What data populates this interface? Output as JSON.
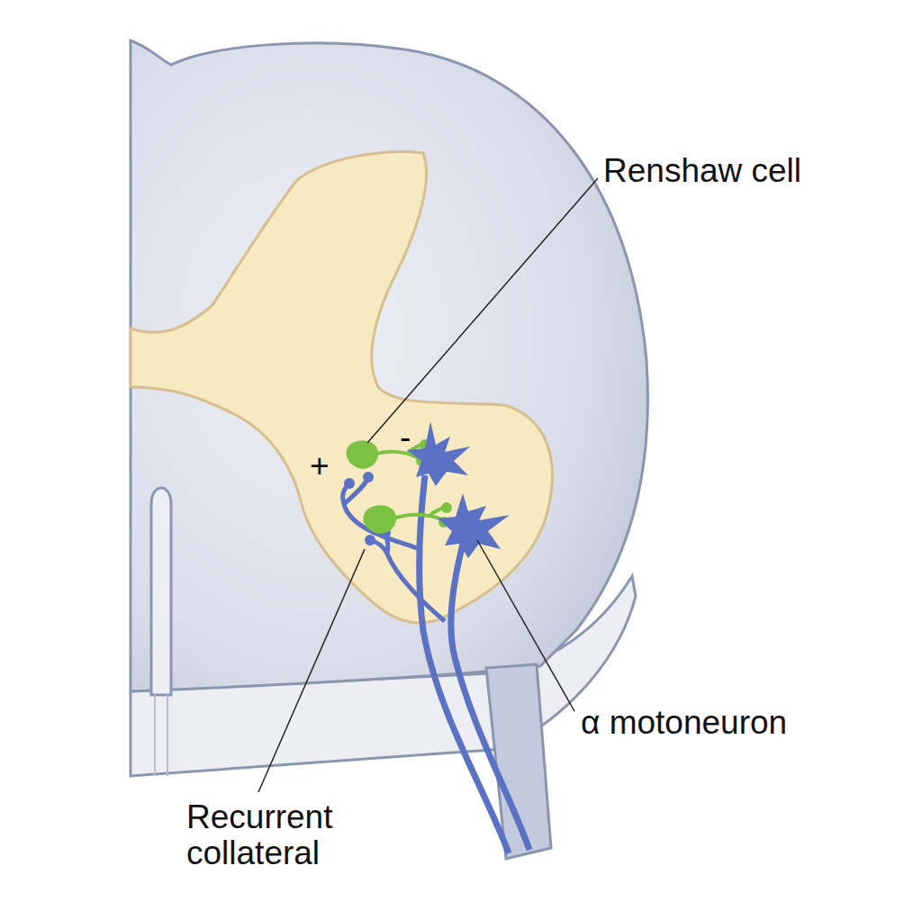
{
  "diagram": {
    "labels": [
      "Renshaw cell",
      "+",
      "-",
      "Recurrent collateral",
      "α motoneuron"
    ]
  }
}
